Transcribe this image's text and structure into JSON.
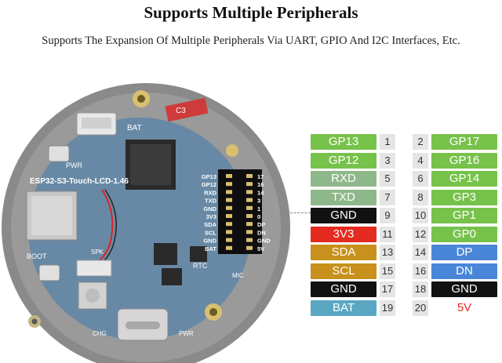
{
  "header": {
    "title": "Supports Multiple Peripherals",
    "subtitle": "Supports The Expansion Of Multiple Peripherals Via UART, GPIO And I2C Interfaces, Etc."
  },
  "board": {
    "model_label": "ESP32-S3-Touch-LCD-1.46",
    "bat_label": "BAT",
    "pwr_label": "PWR",
    "boot_label": "BOOT",
    "spk_label": "SPK",
    "rtc_label": "RTC",
    "mic_label": "MIC",
    "chg_label": "CHG",
    "pwr_bottom_label": "PWR",
    "c3_label": "C3",
    "header_left_labels": [
      "GP13",
      "GP12",
      "RXD",
      "TXD",
      "GND",
      "3V3",
      "SDA",
      "SCL",
      "GND",
      "BAT"
    ],
    "header_right_labels": [
      "17",
      "16",
      "14",
      "3",
      "1",
      "0",
      "DP",
      "DN",
      "GND",
      "5V"
    ]
  },
  "colors": {
    "green": "#77c24a",
    "sage": "#8fb88a",
    "black": "#111111",
    "red": "#e52a1f",
    "gold": "#c8901c",
    "blue": "#4a86d8",
    "teal": "#5aa7c4",
    "board_blue": "#3e6a90",
    "bezel": "#8a8a8a"
  },
  "pinout": {
    "rows": [
      {
        "left": {
          "label": "GP13",
          "pin": "1",
          "color": "#77c24a",
          "text": "#ffffff"
        },
        "right": {
          "label": "GP17",
          "pin": "2",
          "color": "#77c24a",
          "text": "#ffffff"
        }
      },
      {
        "left": {
          "label": "GP12",
          "pin": "3",
          "color": "#77c24a",
          "text": "#ffffff"
        },
        "right": {
          "label": "GP16",
          "pin": "4",
          "color": "#77c24a",
          "text": "#ffffff"
        }
      },
      {
        "left": {
          "label": "RXD",
          "pin": "5",
          "color": "#8fb88a",
          "text": "#ffffff"
        },
        "right": {
          "label": "GP14",
          "pin": "6",
          "color": "#77c24a",
          "text": "#ffffff"
        }
      },
      {
        "left": {
          "label": "TXD",
          "pin": "7",
          "color": "#8fb88a",
          "text": "#ffffff"
        },
        "right": {
          "label": "GP3",
          "pin": "8",
          "color": "#77c24a",
          "text": "#ffffff"
        }
      },
      {
        "left": {
          "label": "GND",
          "pin": "9",
          "color": "#111111",
          "text": "#ffffff"
        },
        "right": {
          "label": "GP1",
          "pin": "10",
          "color": "#77c24a",
          "text": "#ffffff"
        }
      },
      {
        "left": {
          "label": "3V3",
          "pin": "11",
          "color": "#e52a1f",
          "text": "#ffffff"
        },
        "right": {
          "label": "GP0",
          "pin": "12",
          "color": "#77c24a",
          "text": "#ffffff"
        }
      },
      {
        "left": {
          "label": "SDA",
          "pin": "13",
          "color": "#c8901c",
          "text": "#ffffff"
        },
        "right": {
          "label": "DP",
          "pin": "14",
          "color": "#4a86d8",
          "text": "#ffffff"
        }
      },
      {
        "left": {
          "label": "SCL",
          "pin": "15",
          "color": "#c8901c",
          "text": "#ffffff"
        },
        "right": {
          "label": "DN",
          "pin": "16",
          "color": "#4a86d8",
          "text": "#ffffff"
        }
      },
      {
        "left": {
          "label": "GND",
          "pin": "17",
          "color": "#111111",
          "text": "#ffffff"
        },
        "right": {
          "label": "GND",
          "pin": "18",
          "color": "#111111",
          "text": "#ffffff"
        }
      },
      {
        "left": {
          "label": "BAT",
          "pin": "19",
          "color": "#5aa7c4",
          "text": "#ffffff"
        },
        "right": {
          "label": "5V",
          "pin": "20",
          "color": "#ffffff",
          "text": "#e52a1f"
        }
      }
    ]
  }
}
